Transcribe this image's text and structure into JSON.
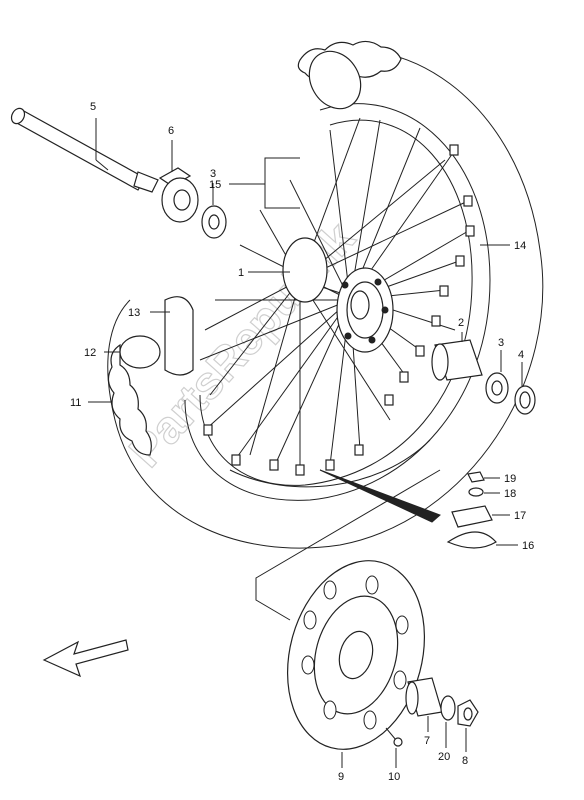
{
  "watermark": "PartsRepublik",
  "labels": {
    "p1": "1",
    "p2": "2",
    "p3a": "3",
    "p3b": "3",
    "p4": "4",
    "p5": "5",
    "p6": "6",
    "p7": "7",
    "p8": "8",
    "p9": "9",
    "p10": "10",
    "p11": "11",
    "p12": "12",
    "p13": "13",
    "p14": "14",
    "p15": "15",
    "p16": "16",
    "p17": "17",
    "p18": "18",
    "p19": "19",
    "p20": "20"
  }
}
